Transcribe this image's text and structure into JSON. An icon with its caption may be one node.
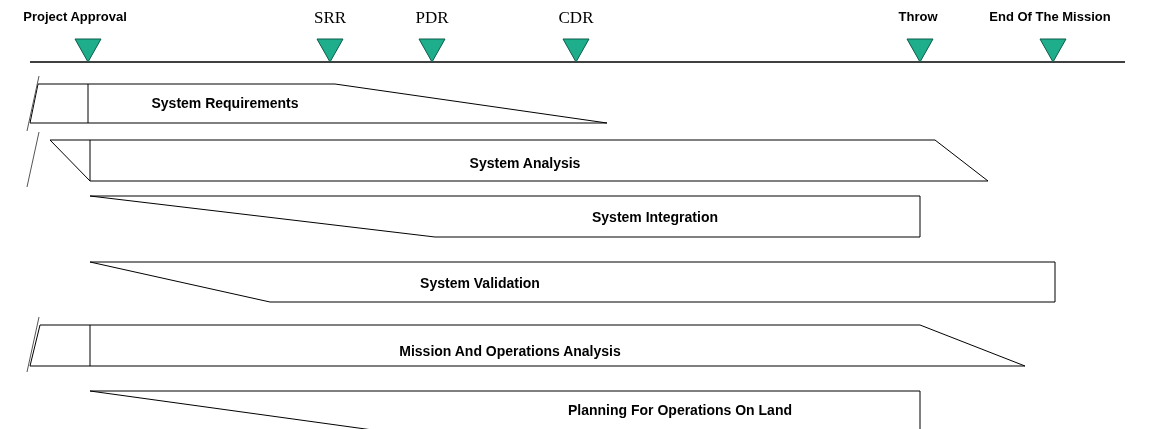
{
  "diagram": {
    "nodes": [
      {
        "text": [
          "Project Approval"
        ]
      },
      {
        "text": [
          "SRR"
        ]
      },
      {
        "text": [
          "PDR"
        ]
      },
      {
        "text": [
          "CDR"
        ]
      },
      {
        "text": [
          "Throw"
        ]
      },
      {
        "text": [
          "End Of The Mission"
        ]
      },
      {
        "text": [
          "System Requirements"
        ]
      },
      {
        "text": [
          "System Analysis"
        ]
      },
      {
        "text": [
          "System Integration"
        ]
      },
      {
        "text": [
          "System Validation"
        ]
      },
      {
        "text": [
          "Mission And Operations Analysis"
        ]
      },
      {
        "text": [
          "Planning For Operations On Land"
        ]
      }
    ]
  }
}
